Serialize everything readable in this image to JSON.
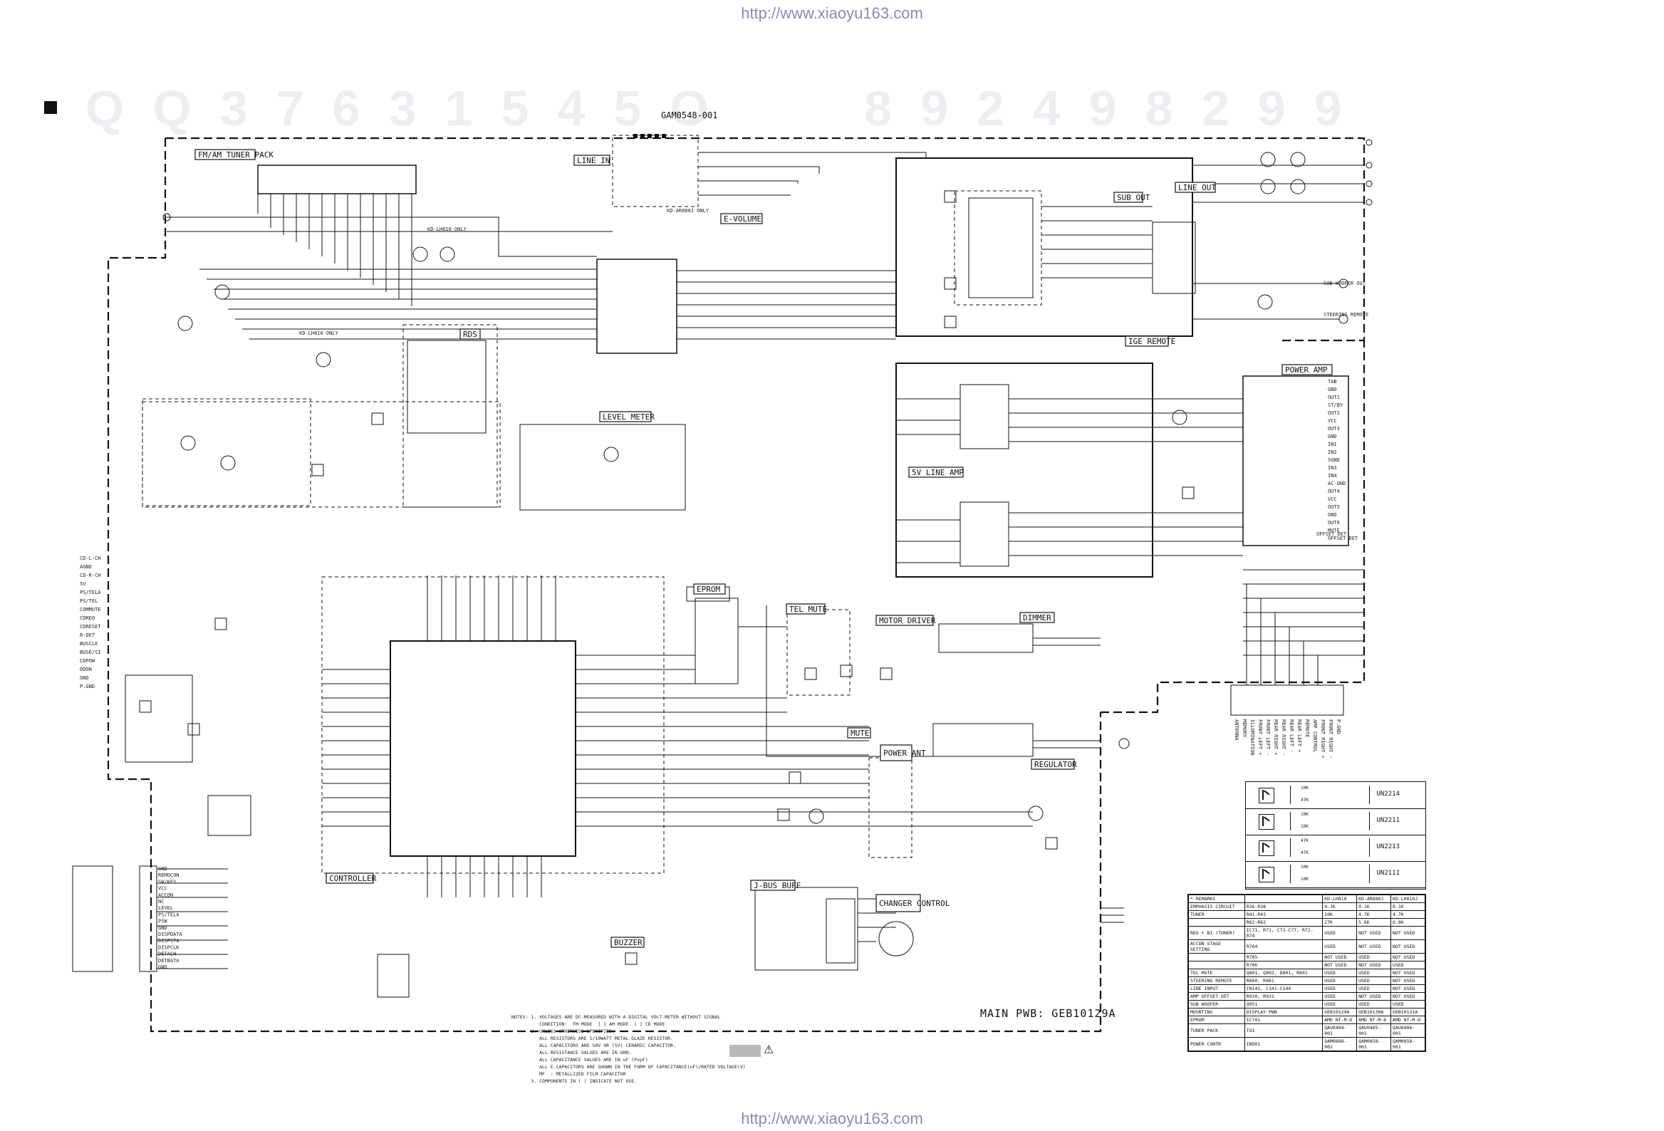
{
  "urls": {
    "top": "http://www.xiaoyu163.com",
    "bottom": "http://www.xiaoyu163.com"
  },
  "watermark": "QQ37631545O   892498299",
  "title_part": "GAM0548-001",
  "pwb_label": "MAIN PWB: GEB10129A",
  "blocks": {
    "tuner": "FM/AM TUNER PACK",
    "line_in": "LINE IN",
    "e_volume": "E-VOLUME",
    "sub_out": "SUB OUT",
    "line_out": "LINE OUT",
    "ige_remote": "IGE REMOTE",
    "rds": "RDS",
    "level_meter": "LEVEL METER",
    "power_amp": "POWER AMP",
    "five_v_line_amp": "5V LINE AMP",
    "eprom": "EPROM",
    "tel_mute": "TEL MUTE",
    "motor_driver": "MOTOR DRIVER",
    "dimmer": "DIMMER",
    "mute": "MUTE",
    "power_ant": "POWER ANT",
    "regulator": "REGULATOR",
    "controller": "CONTROLLER",
    "j_bus_buff": "J-BUS BUFF",
    "changer_control": "CHANGER CONTROL",
    "buzzer": "BUZZER"
  },
  "small_labels": {
    "kd_only_1": "KD-LH810 ONLY",
    "kd_only_2": "KD-LH810 ONLY",
    "kd_only_3": "KD-AR880J ONLY",
    "sub_woofer_out": "SUB WOOFER OUT",
    "steering_remote": "STEERING REMOTE",
    "offset_det": "OFFSET DET"
  },
  "transistor_legend": [
    {
      "name": "UN2214",
      "r1": "10K",
      "r2": "47K"
    },
    {
      "name": "UN2211",
      "r1": "10K",
      "r2": "10K"
    },
    {
      "name": "UN2213",
      "r1": "47K",
      "r2": "47K"
    },
    {
      "name": "UN2111",
      "r1": "10K",
      "r2": "10K"
    }
  ],
  "variants_table": {
    "header": [
      "* REMARKS",
      "",
      "KD-LH810",
      "KD-AR880J",
      "KD-LH810J"
    ],
    "rows": [
      [
        "EMPHASIS CIRCUIT",
        "R36-R38",
        "0.1K",
        "0.1K",
        "0.1K"
      ],
      [
        "TUNER",
        "R41-R43",
        "10K",
        "4.7K",
        "4.7K"
      ],
      [
        "",
        "R62-R62",
        "27K",
        "5.6K",
        "6.8K"
      ],
      [
        "RDS + BI (TUNER)",
        "IC71, R71, C71-C77, R72-R74",
        "USED",
        "NOT USED",
        "NOT USED"
      ],
      [
        "ACCON STAGE SETTING",
        "R704",
        "USED",
        "NOT USED",
        "NOT USED"
      ],
      [
        "",
        "R705",
        "NOT USED",
        "USED",
        "NOT USED"
      ],
      [
        "",
        "R706",
        "NOT USED",
        "NOT USED",
        "USED"
      ],
      [
        "TEL MUTE",
        "Q801, Q802, D801, R801",
        "USED",
        "USED",
        "NOT USED"
      ],
      [
        "STEERING REMOTE",
        "R860, R861",
        "USED",
        "USED",
        "NOT USED"
      ],
      [
        "LINE INPUT",
        "IN141, C141-C144",
        "USED",
        "USED",
        "NOT USED"
      ],
      [
        "AMP OFFSET DET",
        "R930, R931",
        "USED",
        "NOT USED",
        "NOT USED"
      ],
      [
        "SUB WOOFER",
        "Q951",
        "USED",
        "USED",
        "USED"
      ],
      [
        "MOUNTING",
        "DISPLAY PWB",
        "GEB10129A",
        "GEB10130A",
        "GEB10131A"
      ],
      [
        "EPROM",
        "IC701",
        "AMD NT-M-D",
        "AMD NT-M-D",
        "AMD NT-M-D"
      ],
      [
        "TUNER PACK",
        "TU1",
        "QAU0404-001",
        "QAU0405-001",
        "QAU0406-001"
      ],
      [
        "POWER CONTR",
        "IN901",
        "QAM0888-002",
        "QAM0858-001",
        "QAM0858-001"
      ]
    ]
  },
  "notes": [
    "NOTES: 1. VOLTAGES ARE DC-MEASURED WITH A DIGITAL VOLT-METER WITHOUT SIGNAL",
    "          CONDITION:  FM MODE  [ ] AM MODE  ( ) CD MODE",
    "       2. UNLESS OTHERWISE SPECIFIED:",
    "          ALL RESISTORS ARE 1/10WATT METAL GLAZE RESISTOR.",
    "          ALL CAPACITORS ARE 50V OR (5V) CERAMIC CAPACITOR.",
    "          ALL RESISTANCE VALUES ARE IN OHM.",
    "          ALL CAPACITANCE VALUES ARE IN uF (P=pF)",
    "          ALL E.CAPACITORS ARE SHOWN IN THE FORM OF CAPACITANCE(uF)/RATED VOLTAGE(V)",
    "          MF  : METALLIZED FILM CAPACITOR",
    "       3. COMPONENTS IN ( ) INDICATE NOT USE."
  ],
  "connector_left_pins": [
    "CD-L-CH",
    "AGND",
    "CD-R-CH",
    "5V",
    "PS/TELA",
    "PS/TEL",
    "COMMUTE",
    "CDREQ",
    "CDRESET",
    "R-DET",
    "BUSCLK",
    "BUSD/SI",
    "CDPOW",
    "DDON",
    "GND",
    "P.GND"
  ],
  "bottom_connector_pins": [
    "GND",
    "REMOCON",
    "SW/KEY",
    "VCC",
    "ACCON",
    "NC",
    "LEVEL",
    "PS/TELA",
    "PSW",
    "GND",
    "DISPDATA",
    "DISPSTA",
    "DISPCLK",
    "DETACH",
    "DETBATA",
    "GND"
  ],
  "right_connector_pins": [
    "ANTENNA",
    "MEMORY",
    "ILLUMINATION",
    "FRONT LEFT +",
    "FRONT LEFT -",
    "REAR RIGHT +",
    "REAR RIGHT -",
    "REAR LEFT -",
    "REAR LEFT +",
    "REMOTE",
    "AMP CONTROL",
    "FRONT RIGHT +",
    "FRONT RIGHT -",
    "P.GND"
  ],
  "power_amp_pins": [
    "TAB",
    "GND",
    "OUT1",
    "ST/BY",
    "OUT2",
    "VCC",
    "OUT3",
    "GND",
    "IN1",
    "IN2",
    "SGND",
    "IN3",
    "IN4",
    "AC-GND",
    "OUT4",
    "VCC",
    "OUT5",
    "GND",
    "OUT6",
    "MUTE",
    "OFFSET DET"
  ]
}
